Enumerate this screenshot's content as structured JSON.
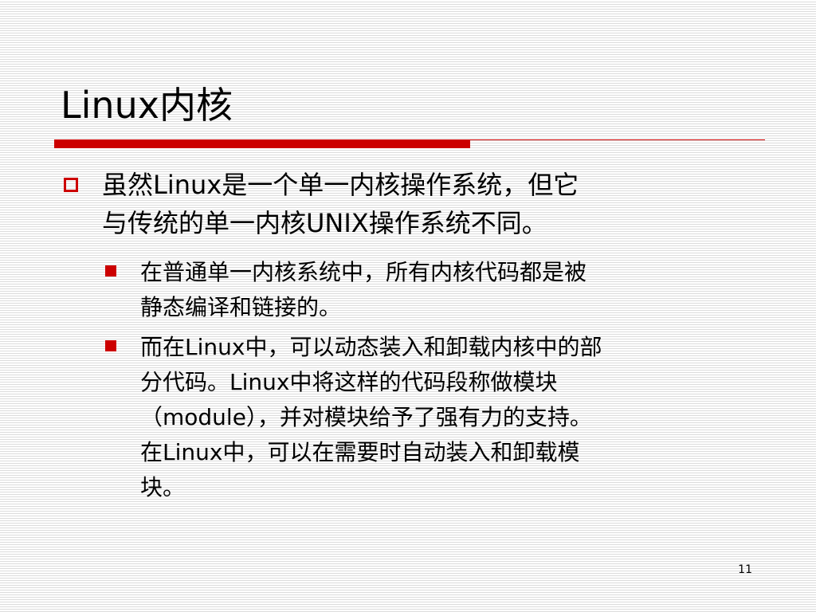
{
  "slide": {
    "title": "Linux内核",
    "bullets": [
      {
        "text": "虽然Linux是一个单一内核操作系统，但它\n与传统的单一内核UNIX操作系统不同。",
        "sub_bullets": [
          {
            "text": "在普通单一内核系统中，所有内核代码都是被\n静态编译和链接的。"
          },
          {
            "text": "而在Linux中，可以动态装入和卸载内核中的部\n分代码。Linux中将这样的代码段称做模块\n（module），并对模块给予了强有力的支持。\n在Linux中，可以在需要时自动装入和卸载模\n块。"
          }
        ]
      }
    ],
    "page_number": "11"
  },
  "colors": {
    "accent": "#cc0000",
    "stripe": "#dcdcdc",
    "text": "#000000"
  }
}
